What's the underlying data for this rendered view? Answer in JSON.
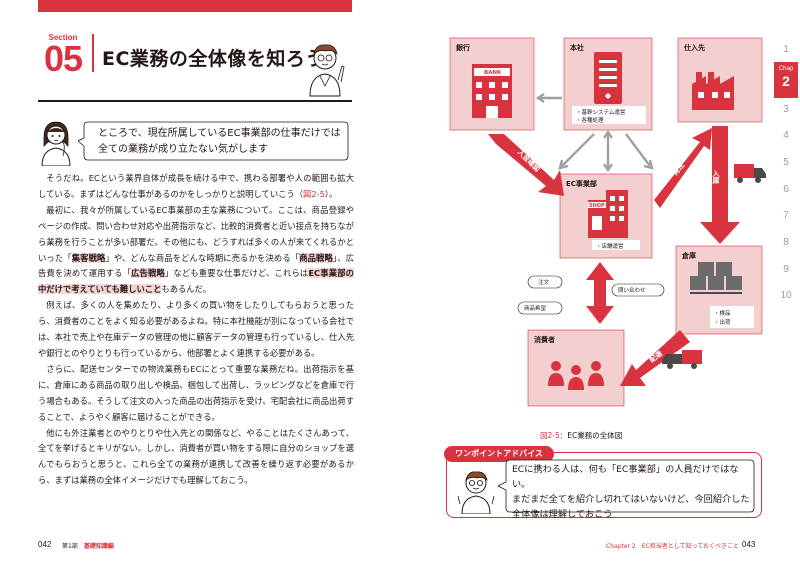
{
  "section": {
    "word": "Section",
    "number": "05",
    "title": "EC業務の全体像を知ろう"
  },
  "quote": {
    "line1": "ところで、現在所属しているEC事業部の仕事だけでは",
    "line2": "全ての業務が成り立たない気がします"
  },
  "body": {
    "p1_a": "そうだね。ECという業界自体が成長を続ける中で、携わる部署や人の範囲も拡大している。まずはどんな仕事があるのかをしっかりと説明していこう（",
    "p1_ref": "図2-5",
    "p1_b": "）。",
    "p2_a": "最初に、我々が所属しているEC事業部の主な業務について。ここは、商品登録やページの作成、問い合わせ対応や出荷指示など、比較的消費者と近い接点を持ちながら業務を行うことが多い部署だ。その他にも、どうすれば多くの人が来てくれるかといった「",
    "p2_hl1": "集客戦略",
    "p2_b": "」や、どんな商品をどんな時期に売るかを決める「",
    "p2_hl2": "商品戦略",
    "p2_c": "」、広告費を決めて運用する「",
    "p2_hl3": "広告戦略",
    "p2_d": "」なども重要な仕事だけど、これらは",
    "p2_hl4": "EC事業部の中だけで考えていても難しいこと",
    "p2_e": "もあるんだ。",
    "p3": "例えば、多くの人を集めたり、より多くの買い物をしたりしてもらおうと思ったら、消費者のことをよく知る必要があるよね。特に本社機能が別になっている会社では、本社で売上や在庫データの管理の他に顧客データの管理も行っているし、仕入先や銀行とのやりとりも行っているから、他部署とよく連携する必要がある。",
    "p4": "さらに、配送センターでの物流業務もECにとって重要な業務だね。出荷指示を基に、倉庫にある商品の取り出しや検品、梱包して出荷し、ラッピングなどを倉庫で行う場合もある。そうして注文の入った商品の出荷指示を受け、宅配会社に商品出荷することで、ようやく顧客に届けることができる。",
    "p5": "他にも外注業者とのやりとりや仕入先との関係など、やることはたくさんあって、全てを挙げるとキリがない。しかし、消費者が買い物をする際に自分のショップを選んでもらおうと思うと、これら全ての業務が連携して改善を繰り返す必要があるから、まずは業務の全体イメージだけでも理解しておこう。"
  },
  "footer": {
    "left_page": "042",
    "left_part": "第1部",
    "left_label": "基礎知識編",
    "right_chapter": "Chapter 2　EC担当者として知っておくべきこと",
    "right_page": "043"
  },
  "chapter_tabs": {
    "items": [
      "1",
      "2",
      "3",
      "4",
      "5",
      "6",
      "7",
      "8",
      "9",
      "10"
    ],
    "active_small": "Chap",
    "active": "2"
  },
  "diagram": {
    "bank_label": "銀行",
    "bank_sign": "BANK",
    "hq_label": "本社",
    "hq_items": [
      "・基幹システム運営",
      "・各種処理"
    ],
    "supplier_label": "仕入先",
    "ec_label": "EC事業部",
    "shop_sign": "SHOP",
    "ec_items": [
      "・店舗運営"
    ],
    "warehouse_label": "倉庫",
    "warehouse_items": [
      "・検品",
      "・出荷"
    ],
    "consumer_label": "消費者",
    "arrow_payment": "入金確認",
    "arrow_order": "発注",
    "arrow_stock": "入庫",
    "arrow_delivery": "配達",
    "tag_order": "注文",
    "tag_inquiry": "問い合わせ",
    "tag_review": "商品希望"
  },
  "figure_caption": {
    "ref": "図2-5：",
    "text": "EC業務の全体図"
  },
  "advice": {
    "tab": "ワンポイントアドバイス",
    "line1": "ECに携わる人は、何も「EC事業部」の人員だけではない。",
    "line2": "まだまだ全てを紹介し切れてはいないけど、今回紹介した",
    "line3": "全体像は理解しておこう"
  },
  "colors": {
    "accent": "#d9333f",
    "pink": "#f4cfd0"
  }
}
